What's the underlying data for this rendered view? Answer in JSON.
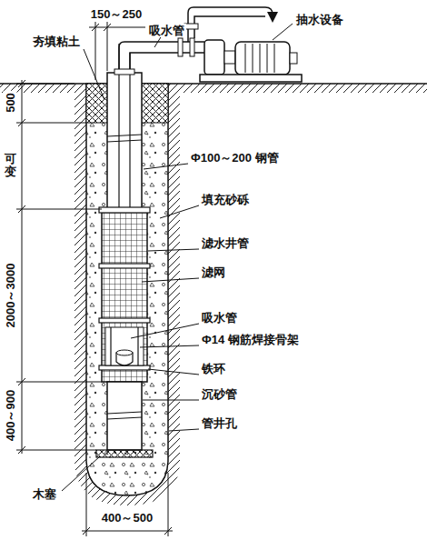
{
  "diagram": {
    "labels": [
      "150～250",
      "吸水管",
      "抽水设备",
      "夯填粘土",
      "500",
      "可变",
      "Φ100～200 钢管",
      "填充砂砾",
      "滤水井管",
      "2000～3000",
      "滤网",
      "吸水管",
      "Φ14 钢筋焊接骨架",
      "铁环",
      "400～900",
      "沉砂管",
      "管井孔",
      "木塞",
      "400～500"
    ]
  }
}
